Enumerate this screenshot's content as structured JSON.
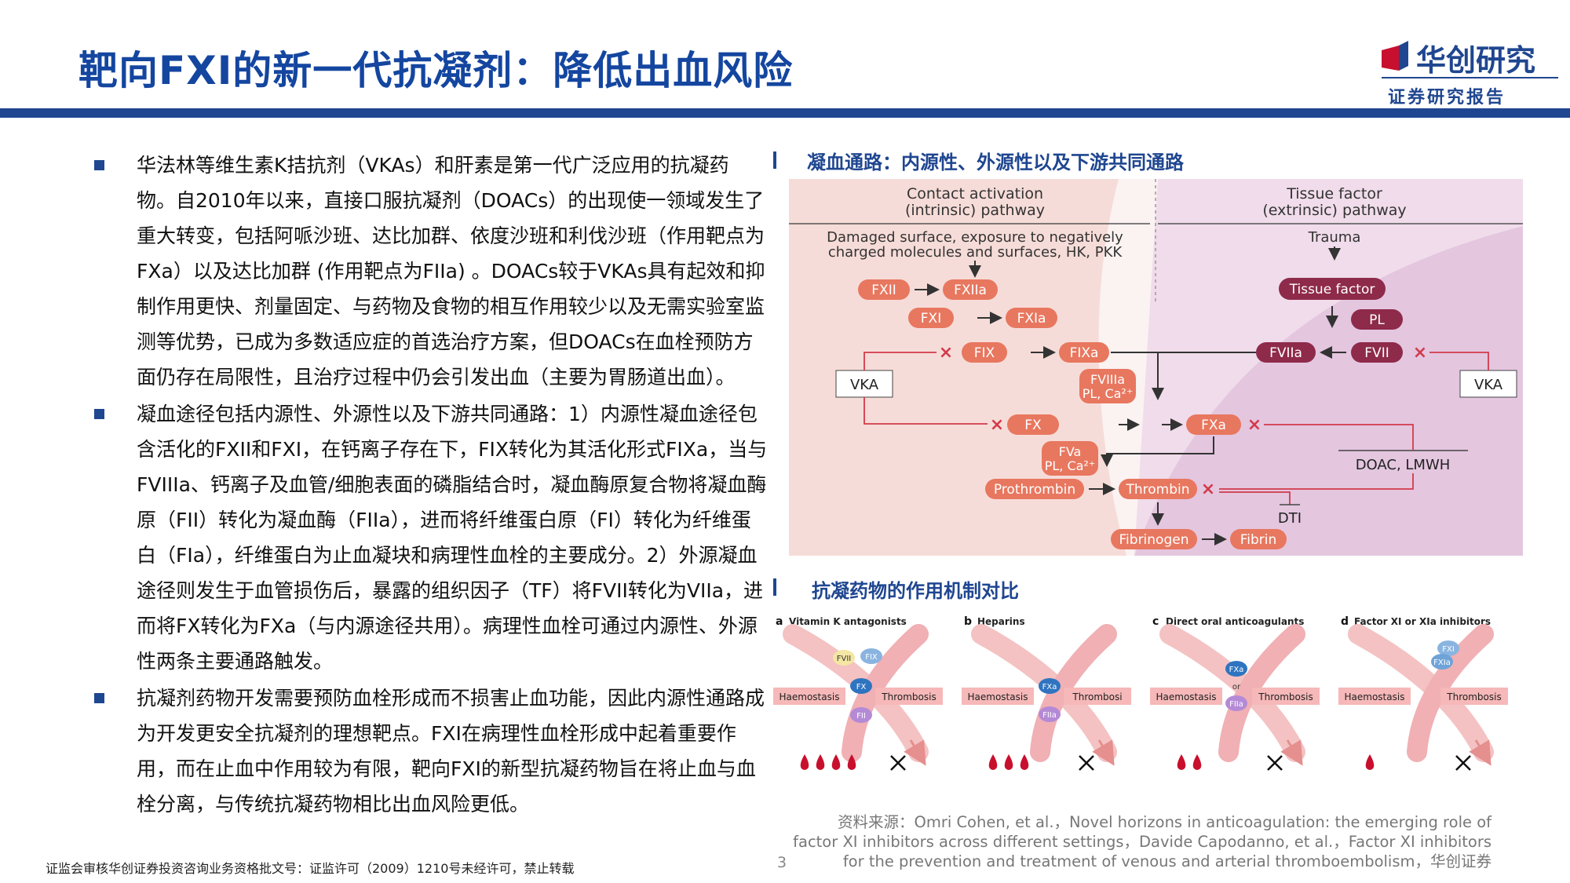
{
  "page": {
    "title": "靶向FXI的新一代抗凝剂：降低出血风险",
    "page_number": "3",
    "footer": "证监会审核华创证券投资咨询业务资格批文号：证监许可（2009）1210号未经许可，禁止转载"
  },
  "logo": {
    "name": "华创研究",
    "subtitle": "证券研究报告",
    "colors": {
      "navy": "#1f4690",
      "red": "#c8102e"
    }
  },
  "bullets": [
    "华法林等维生素K拮抗剂（VKAs）和肝素是第一代广泛应用的抗凝药物。自2010年以来，直接口服抗凝剂（DOACs）的出现使一领域发生了重大转变，包括阿哌沙班、达比加群、依度沙班和利伐沙班（作用靶点为FXa）以及达比加群 (作用靶点为FIIa) 。DOACs较于VKAs具有起效和抑制作用更快、剂量固定、与药物及食物的相互作用较少以及无需实验室监测等优势，已成为多数适应症的首选治疗方案，但DOACs在血栓预防方面仍存在局限性，且治疗过程中仍会引发出血（主要为胃肠道出血）。",
    "凝血途径包括内源性、外源性以及下游共同通路：1）内源性凝血途径包含活化的FXII和FXI，在钙离子存在下，FIX转化为其活化形式FIXa，当与FVIIIa、钙离子及血管/细胞表面的磷脂结合时，凝血酶原复合物将凝血酶原（FII）转化为凝血酶（FIIa），进而将纤维蛋白原（FI）转化为纤维蛋白（FIa），纤维蛋白为止血凝块和病理性血栓的主要成分。2）外源凝血途径则发生于血管损伤后，暴露的组织因子（TF）将FVII转化为VIIa，进而将FX转化为FXa（与内源途径共用）。病理性血栓可通过内源性、外源性两条主要通路触发。",
    "抗凝剂药物开发需要预防血栓形成而不损害止血功能，因此内源性通路成为开发更安全抗凝剂的理想靶点。FXI在病理性血栓形成中起着重要作用，而在止血中作用较为有限，靶向FXI的新型抗凝药物旨在将止血与血栓分离，与传统抗凝药物相比出血风险更低。"
  ],
  "diagram": {
    "heading": "凝血通路：内源性、外源性以及下游共同通路",
    "intrinsic_title_1": "Contact activation",
    "intrinsic_title_2": "(intrinsic) pathway",
    "extrinsic_title_1": "Tissue factor",
    "extrinsic_title_2": "(extrinsic) pathway",
    "intrinsic_trigger_1": "Damaged surface, exposure to negatively",
    "intrinsic_trigger_2": "charged molecules and surfaces, HK, PKK",
    "extrinsic_trigger": "Trauma",
    "nodes": {
      "fxii": "FXII",
      "fxiia": "FXIIa",
      "fxi": "FXI",
      "fxia": "FXIa",
      "fix": "FIX",
      "fixa": "FIXa",
      "fviiia_1": "FVIIIa",
      "fviiia_2": "PL, Ca²⁺",
      "fx": "FX",
      "fxa": "FXa",
      "fva_1": "FVa",
      "fva_2": "PL, Ca²⁺",
      "prothrombin": "Prothrombin",
      "thrombin": "Thrombin",
      "fibrinogen": "Fibrinogen",
      "fibrin": "Fibrin",
      "tissue_factor": "Tissue factor",
      "pl": "PL",
      "fviia": "FVIIa",
      "fvii": "FVII"
    },
    "drugs": {
      "vka_left": "VKA",
      "vka_right": "VKA",
      "doac": "DOAC, LMWH",
      "dti": "DTI"
    },
    "colors": {
      "node": "#e8775f",
      "node_dark": "#8e2a4a",
      "inhibit": "#d23a4a",
      "bg_left": "#f5d3cf",
      "bg_right": "#ddbcd8"
    }
  },
  "mechanism": {
    "heading": "抗凝药物的作用机制对比",
    "panels": [
      {
        "letter": "a",
        "title": "Vitamin K antagonists",
        "factors": [
          "FVII",
          "FIX",
          "FX",
          "FII"
        ],
        "left": "Haemostasis",
        "right": "Thrombosis",
        "drops": 4
      },
      {
        "letter": "b",
        "title": "Heparins",
        "factors": [
          "FXa",
          "FIIa"
        ],
        "left": "Haemostasis",
        "right": "Thrombosi",
        "drops": 3
      },
      {
        "letter": "c",
        "title": "Direct oral anticoagulants",
        "factors": [
          "FXa",
          "or",
          "FIIa"
        ],
        "left": "Haemostasis",
        "right": "Thrombosis",
        "drops": 2
      },
      {
        "letter": "d",
        "title": "Factor XI or XIa inhibitors",
        "factors": [
          "FXI",
          "FXIa"
        ],
        "left": "Haemostasis",
        "right": "Thrombosis",
        "drops": 1
      }
    ]
  },
  "source_lines": [
    "资料来源：Omri Cohen, et al.，Novel horizons in anticoagulation: the emerging role of",
    "factor XI inhibitors across different settings，Davide Capodanno, et al.，Factor XI inhibitors",
    "for the prevention and treatment of venous and arterial thromboembolism，华创证券"
  ]
}
